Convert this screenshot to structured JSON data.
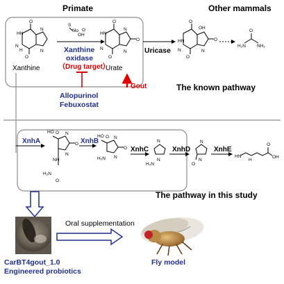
{
  "headers": {
    "primate": "Primate",
    "other_mammals": "Other mammals"
  },
  "top": {
    "xanthine": "Xanthine",
    "urate": "Urate",
    "enzyme_line1": "Xanthine",
    "enzyme_line2": "oxidase",
    "drug_target": "Drug target",
    "inhibitor1": "Allopurinol",
    "inhibitor2": "Febuxostat",
    "gout": "Gout",
    "uricase": "Uricase",
    "known_pathway": "The known pathway",
    "mo_label": "Mo"
  },
  "bottom": {
    "enzymes": [
      "XnhA",
      "XnhB",
      "XnhC",
      "XnhD",
      "XnhE"
    ],
    "study_pathway": "The pathway in this study",
    "oral": "Oral supplementation",
    "strain_line1": "CarBT4gout_1.0",
    "strain_line2": "Engineered probiotics",
    "fly": "Fly model"
  },
  "colors": {
    "blue": "#1f2f8f",
    "red": "#e00000",
    "frame": "#8c8c8c"
  }
}
